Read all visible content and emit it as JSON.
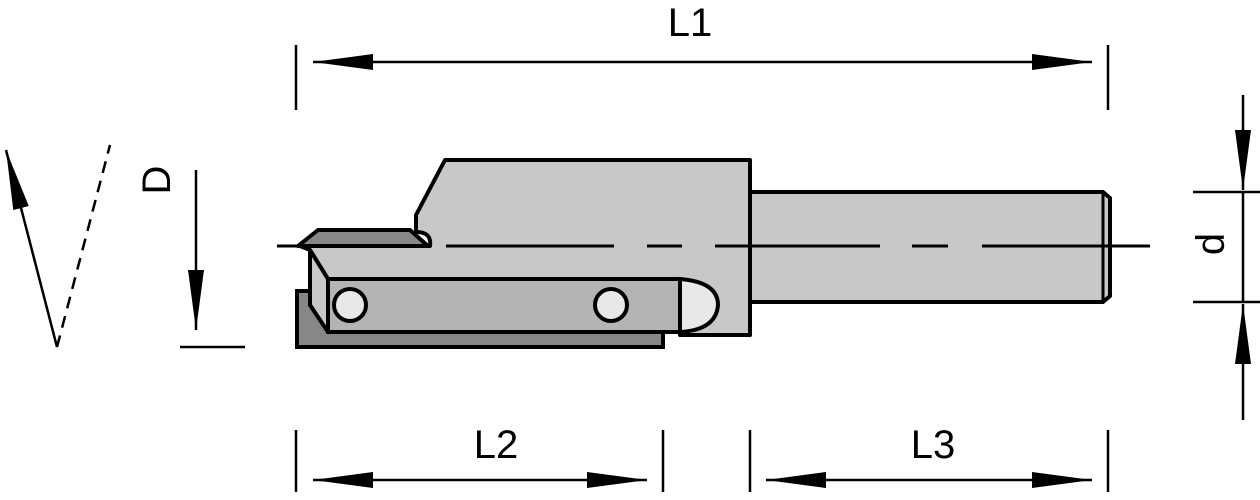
{
  "dimensions": {
    "L1": "L1",
    "L2": "L2",
    "L3": "L3",
    "D": "D",
    "d": "d"
  },
  "colors": {
    "body": "#c8c8c8",
    "insert_dark": "#878787",
    "blade": "#b4b4b4",
    "light": "#e8e8e8",
    "line": "#000000"
  }
}
